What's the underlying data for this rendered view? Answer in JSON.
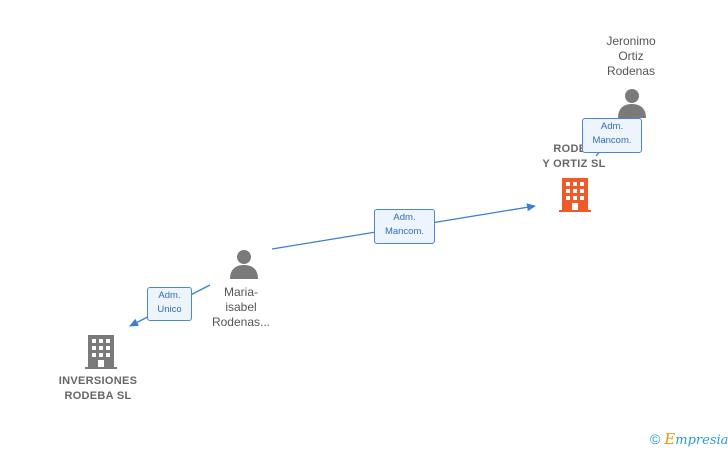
{
  "nodes": {
    "jeronimo": {
      "lines": [
        "Jeronimo",
        "Ortiz",
        "Rodenas"
      ]
    },
    "maria": {
      "lines": [
        "Maria-",
        "isabel",
        "Rodenas..."
      ]
    },
    "rodenas_company": {
      "lines": [
        "RODEN",
        "Y ORTIZ  SL"
      ],
      "color": "#f05a28"
    },
    "inversiones": {
      "lines": [
        "INVERSIONES",
        "RODEBA  SL"
      ],
      "color": "#7a7a7a"
    }
  },
  "edges": {
    "jeronimo_to_rodenas": {
      "lines": [
        "Adm.",
        "Mancom."
      ]
    },
    "maria_to_rodenas": {
      "lines": [
        "Adm.",
        "Mancom."
      ]
    },
    "maria_to_inversiones": {
      "lines": [
        "Adm.",
        "Unico"
      ]
    }
  },
  "colors": {
    "edge": "#3d7ed0",
    "person": "#7a7a7a"
  },
  "footer": {
    "copyright_symbol": "©",
    "brand_initial": "E",
    "brand_rest": "mpresia"
  }
}
